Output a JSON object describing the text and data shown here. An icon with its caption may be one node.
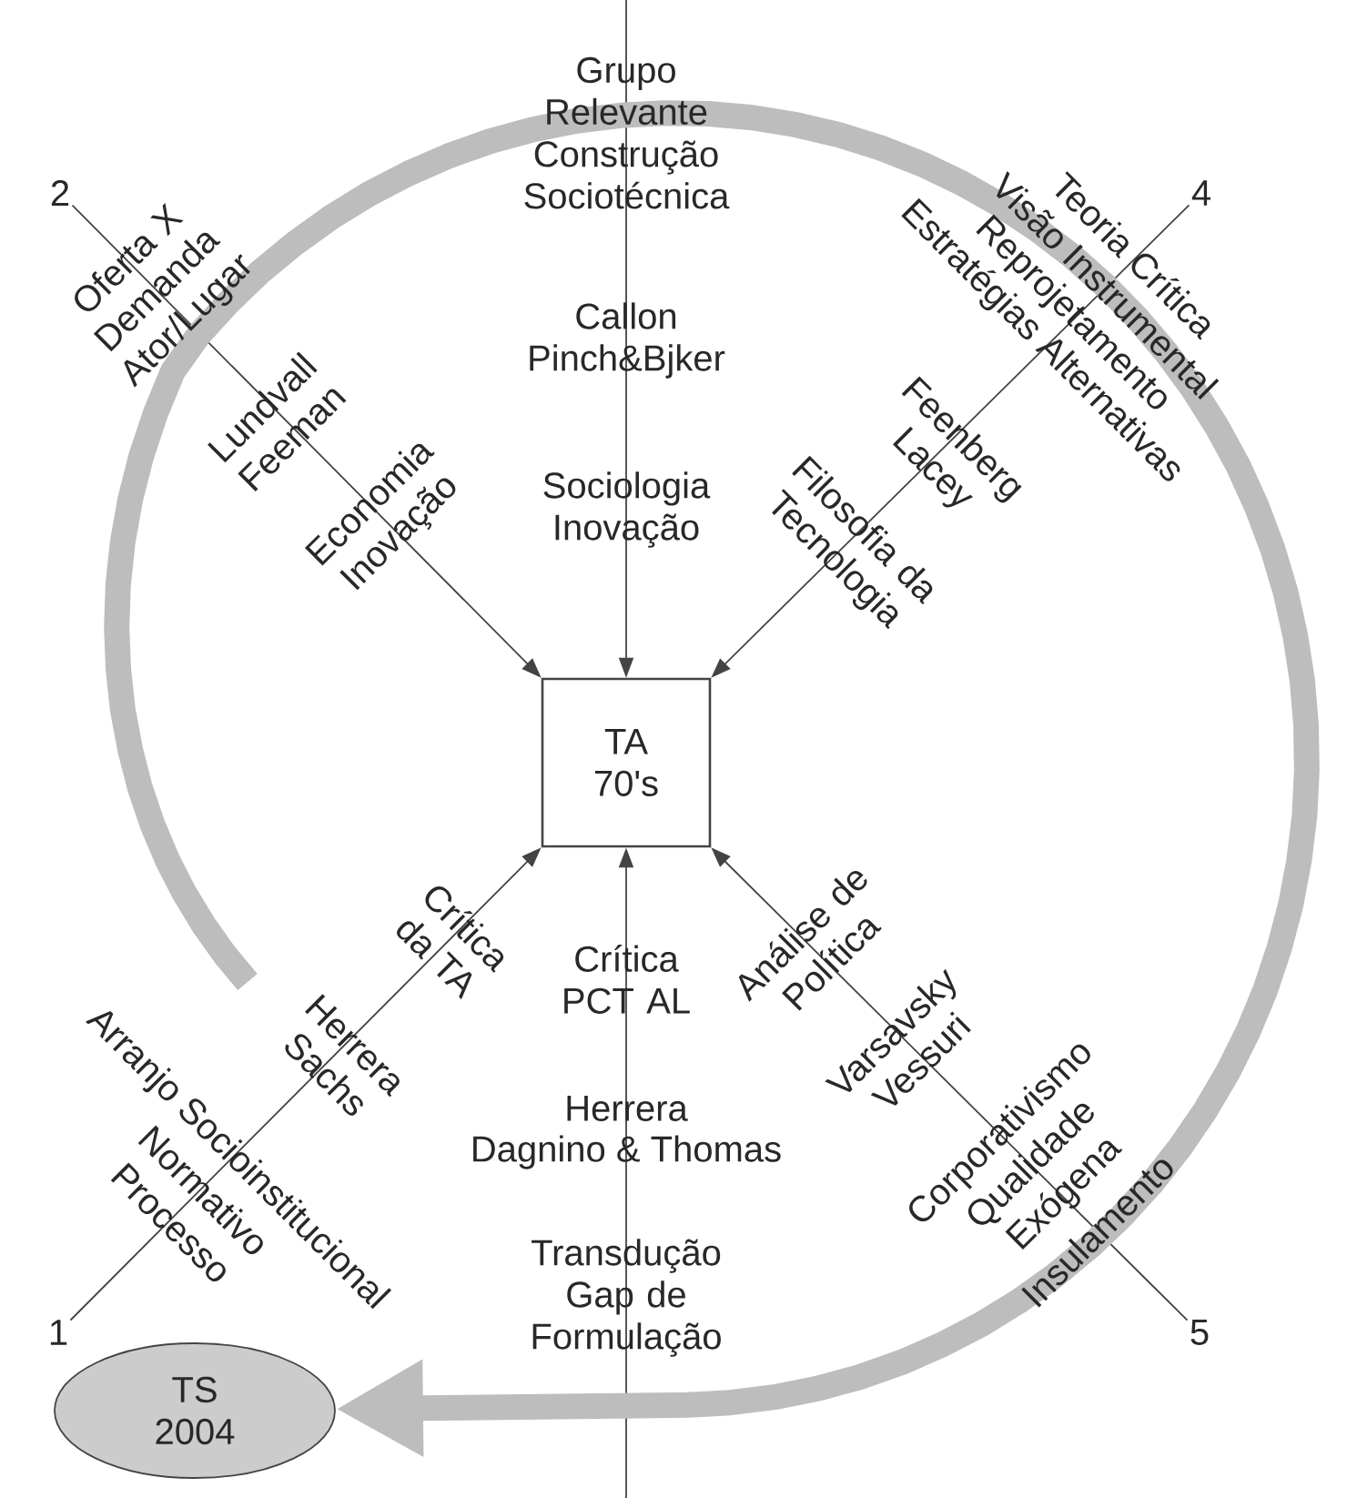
{
  "diagram": {
    "nodes": [
      {
        "text": [
          "TA 70's"
        ]
      },
      {
        "text": [
          "TS 2004"
        ]
      },
      {
        "text": [
          "2"
        ]
      },
      {
        "text": [
          "4"
        ]
      },
      {
        "text": [
          "1"
        ]
      },
      {
        "text": [
          "5"
        ]
      }
    ],
    "edges": [
      {
        "from": 2,
        "to": 0,
        "arrow": "to"
      },
      {
        "from": null,
        "to": 0,
        "arrow": "to"
      },
      {
        "from": 3,
        "to": 0,
        "arrow": "to"
      },
      {
        "from": 4,
        "to": 0,
        "arrow": "to"
      },
      {
        "from": null,
        "to": 0,
        "arrow": "to"
      },
      {
        "from": 5,
        "to": 0,
        "arrow": "to"
      },
      {
        "from": null,
        "to": 1,
        "arrow": "to",
        "style": "thick",
        "color": "#bdbdbd"
      }
    ],
    "labels": [
      "Grupo Relevante",
      "Construção Sociotécnica",
      "Oferta X Demanda Ator/Lugar",
      "Teoria Crítica",
      "Visão Instrumental",
      "Reprojetamento",
      "Estratégias Alternativas",
      "Callon Pinch&Bjker",
      "Lundvall Feeman",
      "Feenberg Lacey",
      "Sociologia Inovação",
      "Economia Inovação",
      "Filosofia da Tecnologia",
      "Crítica da TA",
      "Crítica PCT AL",
      "Análise de Política",
      "Herrera Sachs",
      "Varsavsky Vessuri",
      "Herrera",
      "Dagnino & Thomas",
      "Processo",
      "Normativo",
      "Arranjo Socioinstitucional",
      "Corporativismo",
      "Qualidade",
      "Exógena",
      "Insulamento",
      "Transdução Gap de Formulação"
    ]
  }
}
